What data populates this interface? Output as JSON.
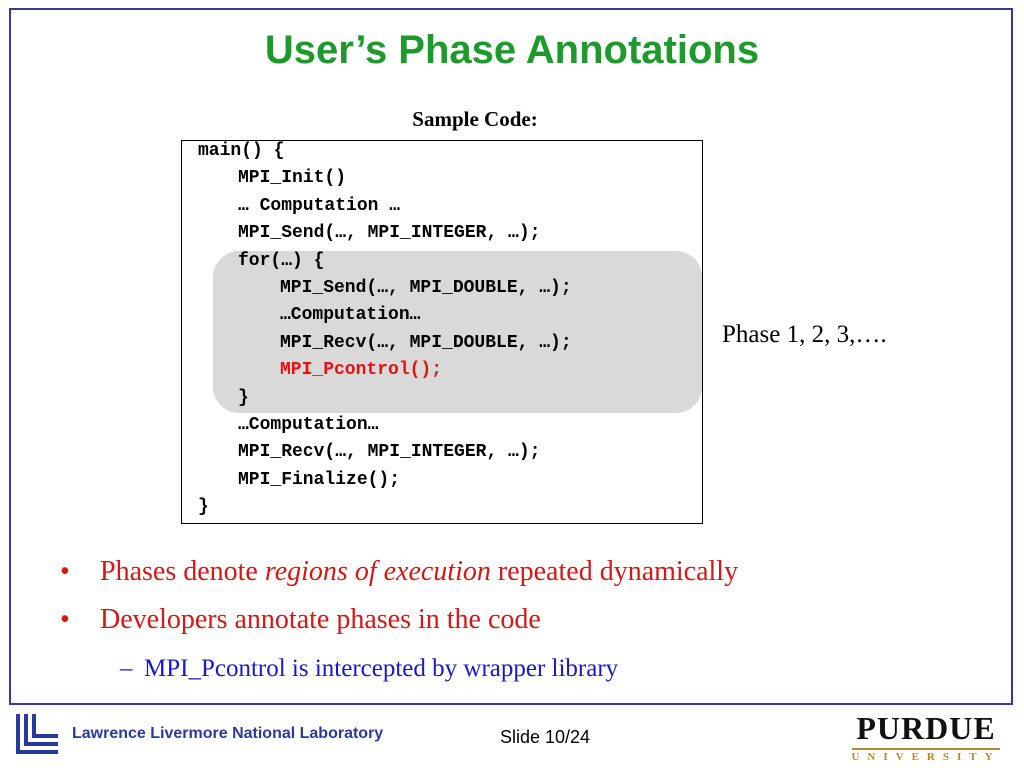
{
  "slide": {
    "title": "User’s Phase Annotations",
    "code_label": "Sample Code:",
    "code": {
      "lines": [
        "main() {",
        "MPI_Init()",
        "… Computation …",
        "MPI_Send(…, MPI_INTEGER, …);",
        "for(…) {",
        "MPI_Send(…, MPI_DOUBLE, …);",
        "…Computation…",
        "MPI_Recv(…, MPI_DOUBLE, …);",
        "MPI_Pcontrol();",
        "}",
        "…Computation…",
        "MPI_Recv(…, MPI_INTEGER, …);",
        "MPI_Finalize();",
        "}"
      ],
      "highlight_color": "#e81010"
    },
    "phase_label": "Phase 1, 2, 3,….",
    "bullets": [
      {
        "marker": "•",
        "pre": "Phases denote ",
        "italic": "regions of execution",
        "post": " repeated dynamically"
      },
      {
        "marker": "•",
        "text": "Developers annotate phases in the code"
      }
    ],
    "sub_bullet": {
      "marker": "–",
      "text": "MPI_Pcontrol is intercepted by wrapper library"
    }
  },
  "footer": {
    "lab_name": "Lawrence Livermore National Laboratory",
    "slide_number": "Slide 10/24",
    "university_name": "PURDUE",
    "university_sub": "UNIVERSITY",
    "logo_icon": "llnl-logo-icon"
  },
  "colors": {
    "title": "#1e9a2c",
    "bullet_text": "#d41818",
    "sub_bullet_text": "#1a18c8",
    "frame": "#3a3a9a",
    "purdue_gold": "#b58b2a"
  }
}
